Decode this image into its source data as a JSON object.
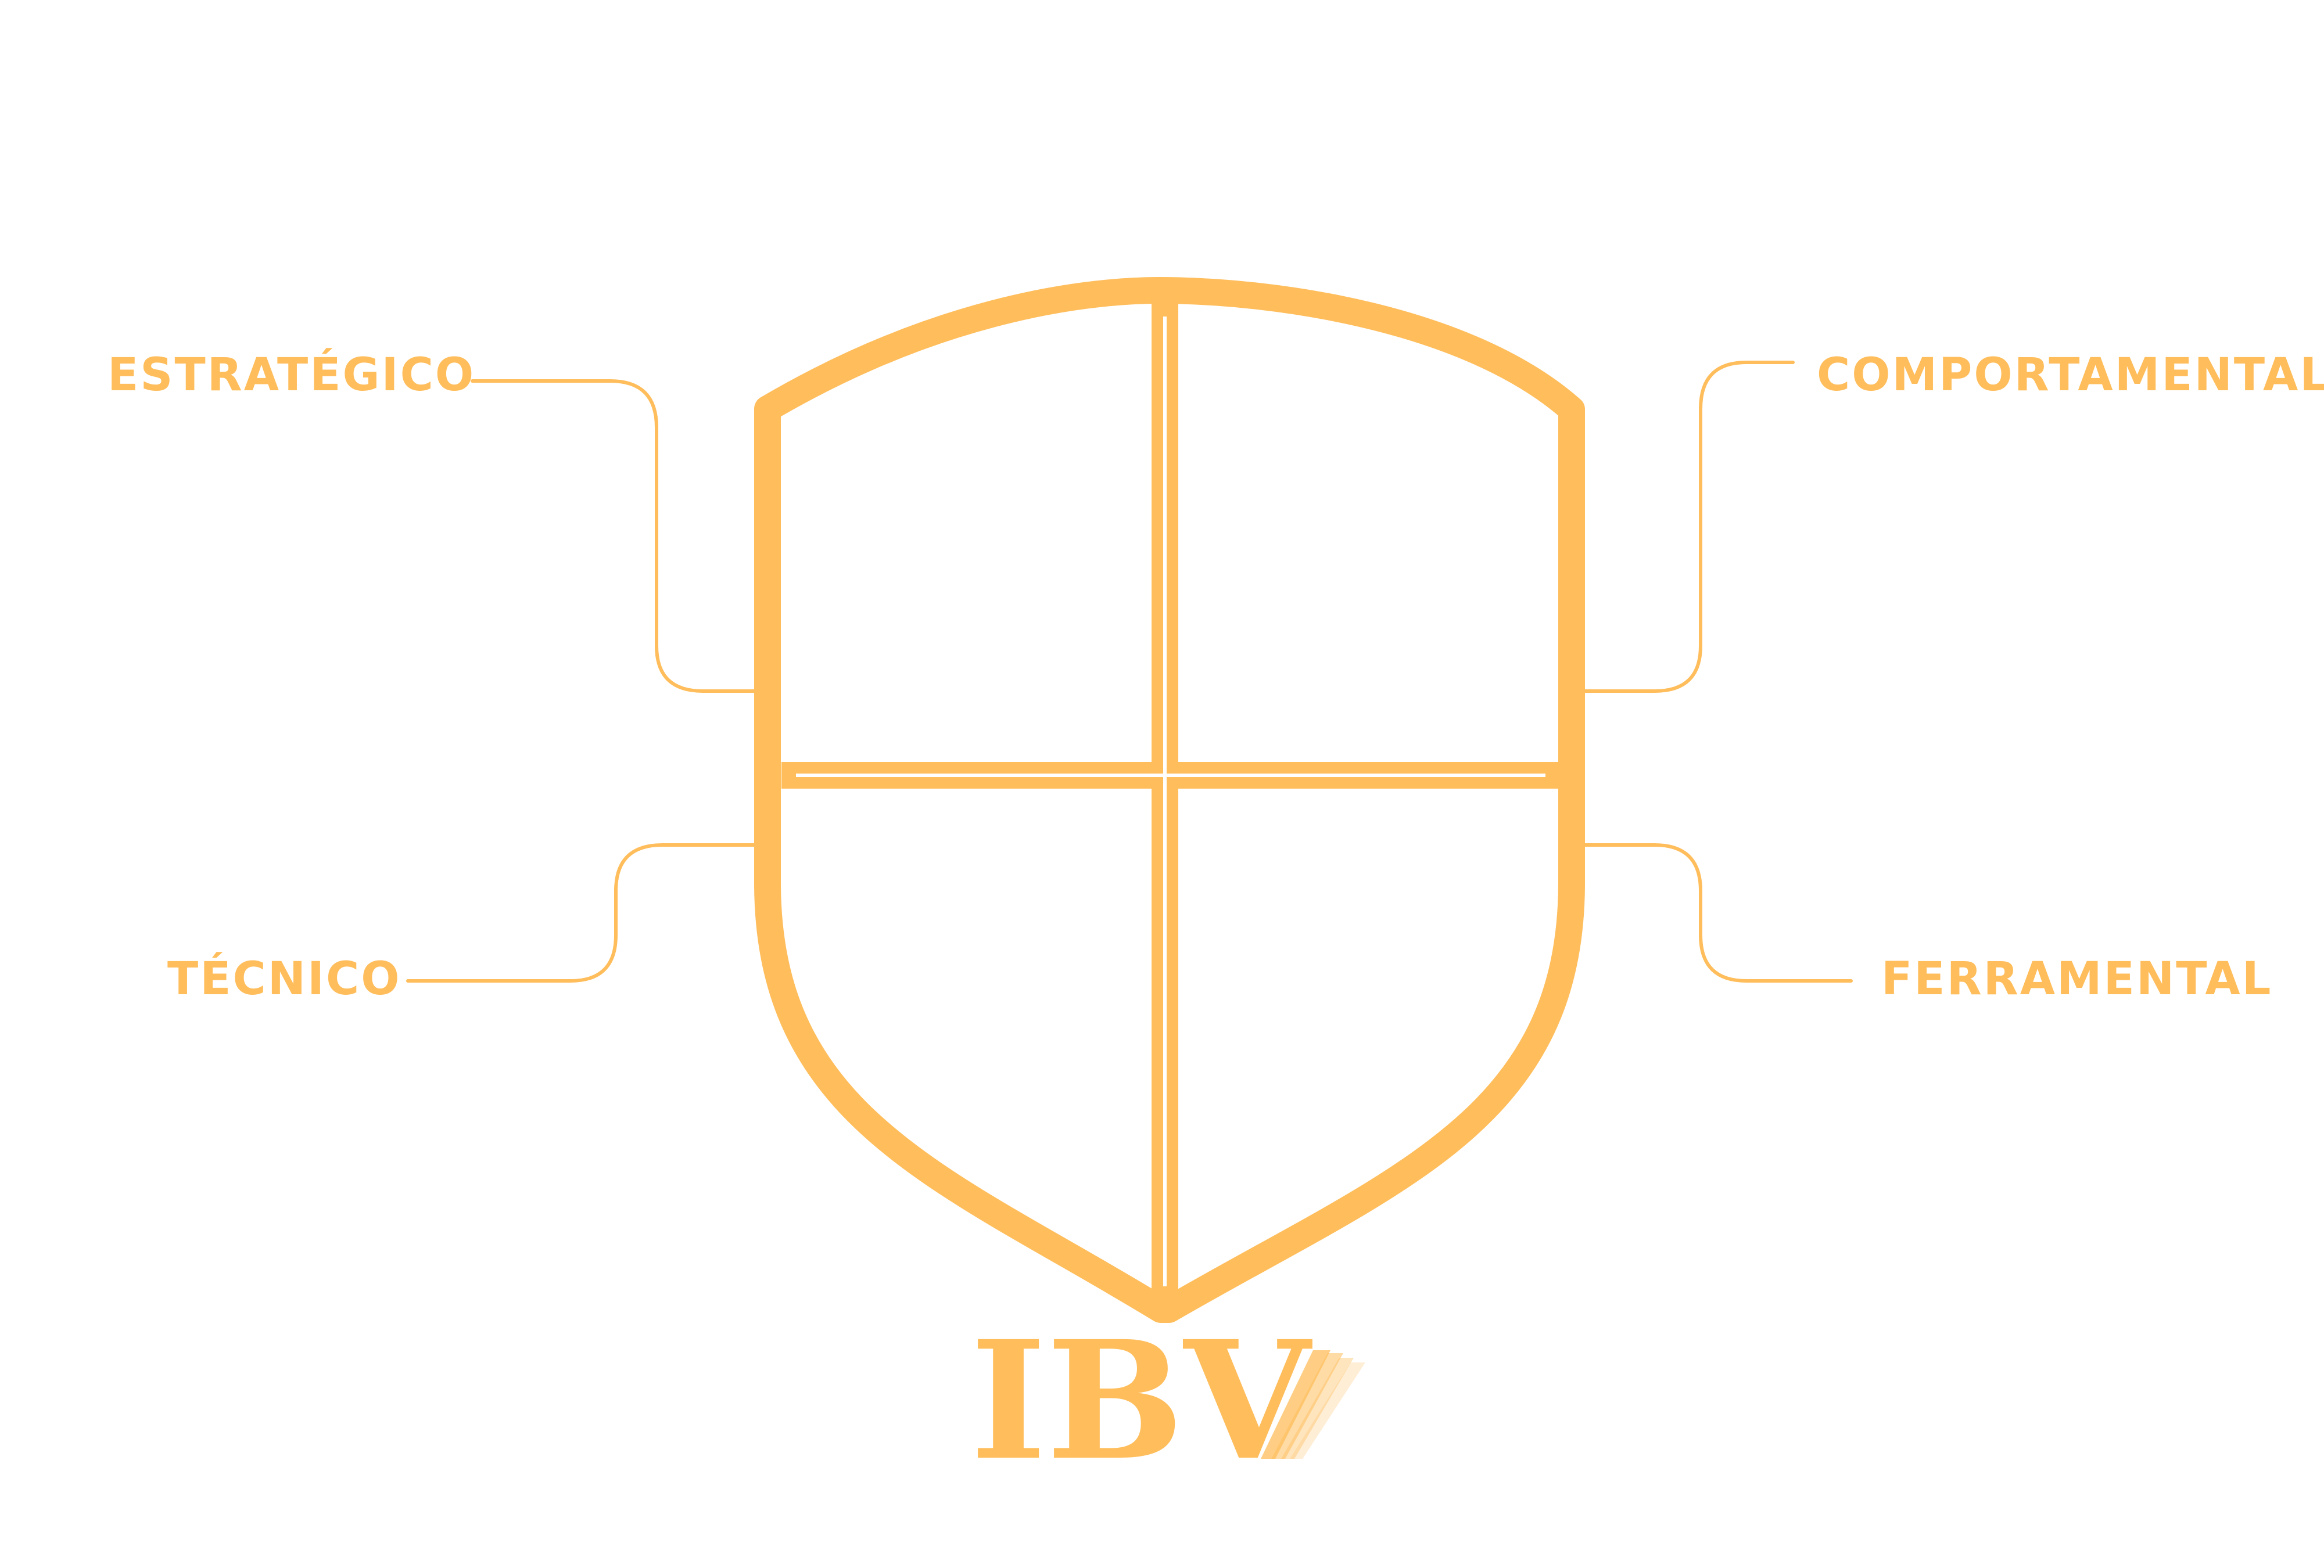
{
  "colors": {
    "accent": "#FFBD5B",
    "background": "#FFFFFF"
  },
  "labels": {
    "top_left": "ESTRATÉGICO",
    "top_right": "COMPORTAMENTAL",
    "bottom_left": "TÉCNICO",
    "bottom_right": "FERRAMENTAL"
  },
  "logo": {
    "text": "IBV",
    "icon": "shield-icon"
  }
}
